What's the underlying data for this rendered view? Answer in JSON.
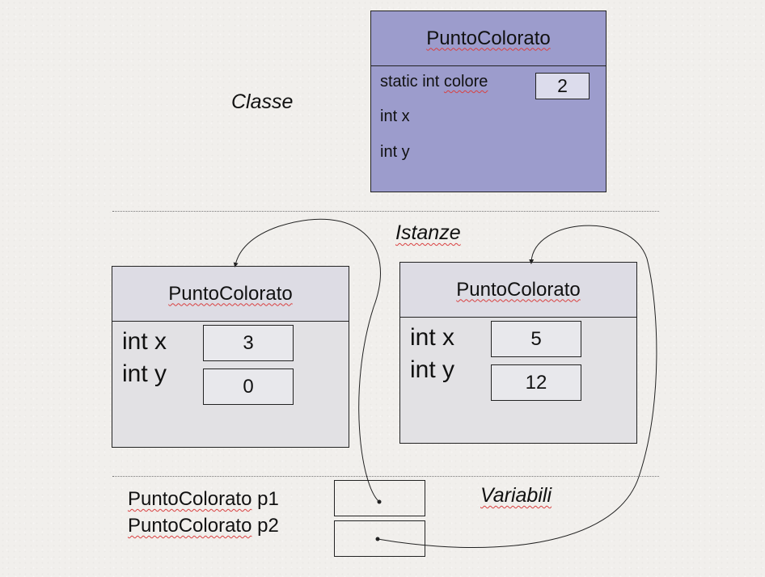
{
  "class_section": {
    "label": "Classe",
    "class_name": "PuntoColorato",
    "fields": [
      {
        "text": "static int colore",
        "value": "2"
      },
      {
        "text": "int x"
      },
      {
        "text": "int y"
      }
    ]
  },
  "instances_section": {
    "label": "Istanze",
    "instances": [
      {
        "name": "PuntoColorato",
        "field_x": "int x",
        "value_x": "3",
        "field_y": "int y",
        "value_y": "0"
      },
      {
        "name": "PuntoColorato",
        "field_x": "int x",
        "value_x": "5",
        "field_y": "int y",
        "value_y": "12"
      }
    ]
  },
  "variables_section": {
    "label": "Variabili",
    "variables": [
      {
        "type": "PuntoColorato",
        "name": "p1"
      },
      {
        "type": "PuntoColorato",
        "name": "p2"
      }
    ]
  },
  "colors": {
    "class_fill": "#9c9ccc",
    "instance_fill": "#e2e1e4"
  }
}
